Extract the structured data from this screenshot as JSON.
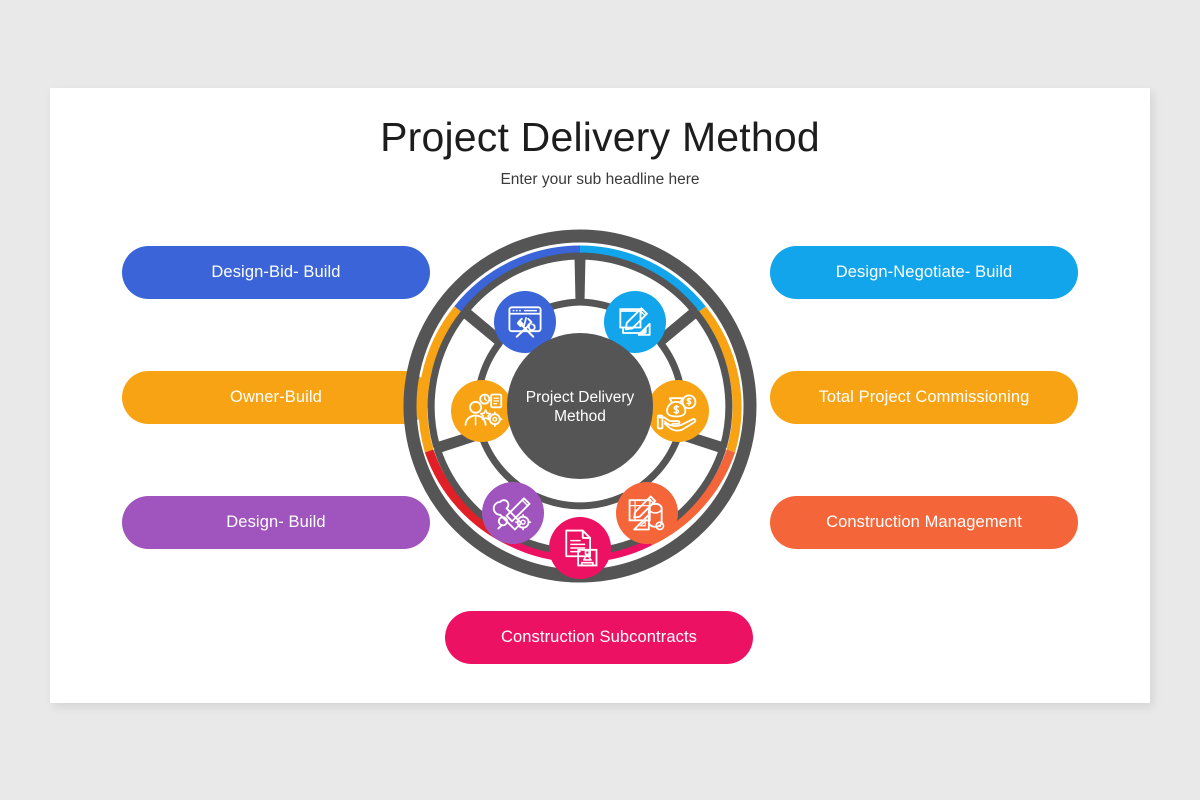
{
  "slide": {
    "title": "Project Delivery Method",
    "subtitle": "Enter your sub headline here",
    "background_color": "#e9e9e9",
    "card_color": "#ffffff"
  },
  "wheel": {
    "hub_line1": "Project Delivery",
    "hub_line2": "Method",
    "hub_color": "#555555",
    "ring_color": "#555555",
    "segment_fill": "#ffffff"
  },
  "items": [
    {
      "label": "Design-Bid- Build",
      "color": "#3a64d8",
      "arc_color": "#3a64d8",
      "icon": "browser-code-tools-icon",
      "side": "left",
      "row": 0
    },
    {
      "label": "Design-Negotiate- Build",
      "color": "#12a5ec",
      "arc_color": "#12a5ec",
      "icon": "blueprint-pencil-icon",
      "side": "right",
      "row": 0
    },
    {
      "label": "Owner-Build",
      "color": "#f7a313",
      "arc_color": "#f7a313",
      "icon": "manager-tasks-icon",
      "side": "left",
      "row": 1
    },
    {
      "label": "Total Project Commissioning",
      "color": "#f7a313",
      "arc_color": "#f7a313",
      "icon": "hand-money-bag-icon",
      "side": "right",
      "row": 1
    },
    {
      "label": "Design- Build",
      "color": "#a055be",
      "arc_color": "#e01f26",
      "icon": "design-tools-gear-icon",
      "side": "left",
      "row": 2
    },
    {
      "label": "Construction Management",
      "color": "#f4663a",
      "arc_color": "#f4663a",
      "icon": "blueprint-drafting-icon",
      "side": "right",
      "row": 2
    },
    {
      "label": "Construction Subcontracts",
      "color": "#ed1164",
      "arc_color": "#ed1164",
      "icon": "document-stamp-icon",
      "side": "bottom",
      "row": 3
    }
  ]
}
